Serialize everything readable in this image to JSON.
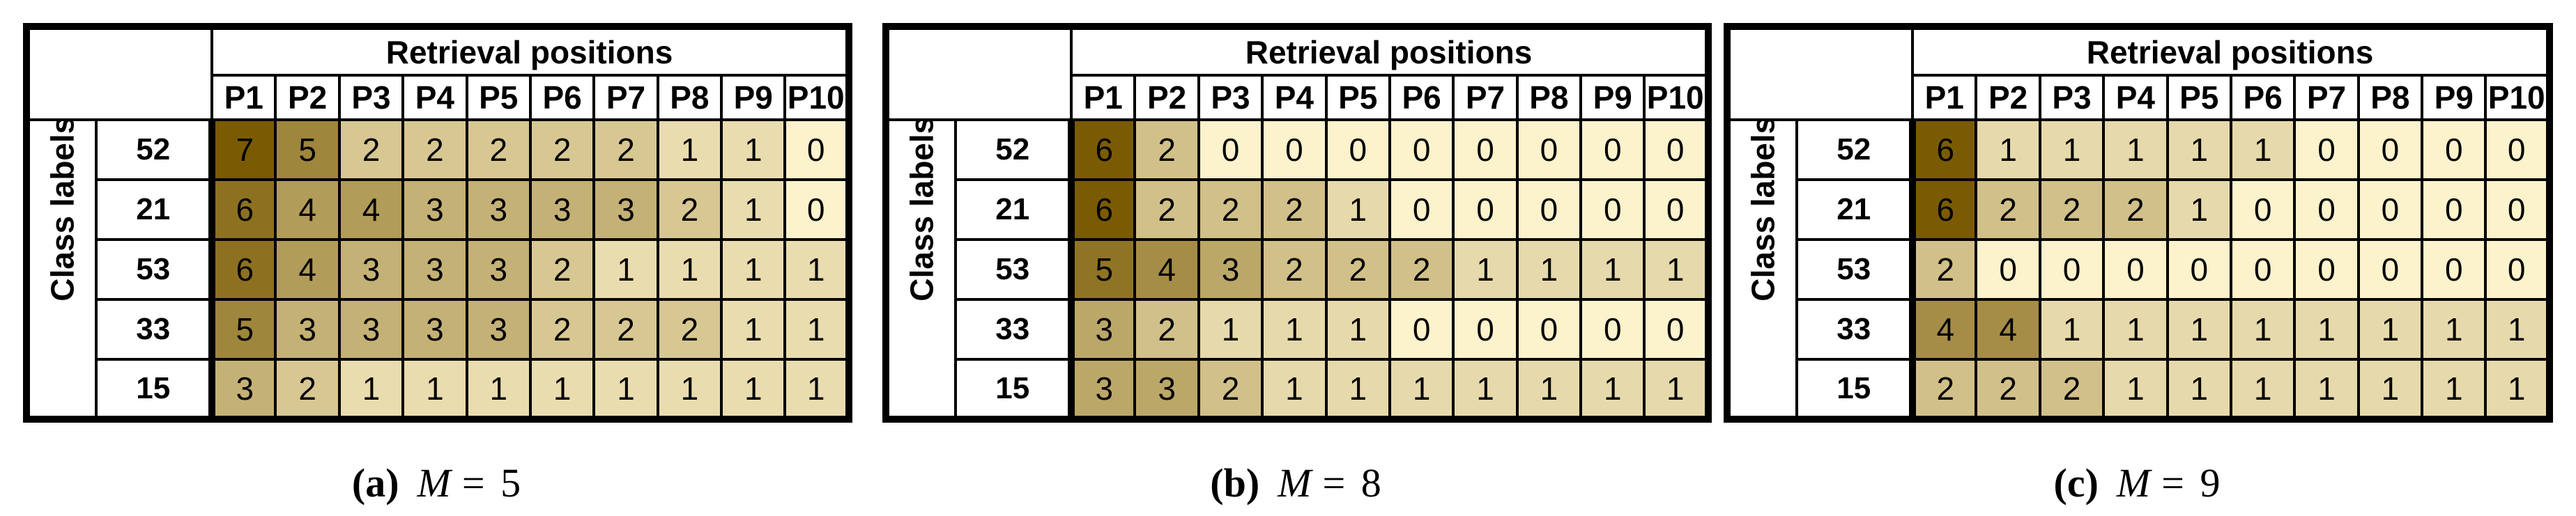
{
  "figure": {
    "background": "#ffffff",
    "border_color": "#000000",
    "panel_count": 3
  },
  "color_scale": {
    "min_color": "#FCF2CC",
    "max_color": "#7A5B04",
    "description": "per-table linear scale from min value 0 (pale cream) to that table's max value (dark brown)"
  },
  "chart_data": [
    {
      "type": "heatmap",
      "title": "Retrieval positions",
      "ylabel": "Class labels",
      "columns": [
        "P1",
        "P2",
        "P3",
        "P4",
        "P5",
        "P6",
        "P7",
        "P8",
        "P9",
        "P10"
      ],
      "rows": [
        "52",
        "21",
        "53",
        "33",
        "15"
      ],
      "values": [
        [
          7,
          5,
          2,
          2,
          2,
          2,
          2,
          1,
          1,
          0
        ],
        [
          6,
          4,
          4,
          3,
          3,
          3,
          3,
          2,
          1,
          0
        ],
        [
          6,
          4,
          3,
          3,
          3,
          2,
          1,
          1,
          1,
          1
        ],
        [
          5,
          3,
          3,
          3,
          3,
          2,
          2,
          2,
          1,
          1
        ],
        [
          3,
          2,
          1,
          1,
          1,
          1,
          1,
          1,
          1,
          1
        ]
      ],
      "value_range": [
        0,
        7
      ],
      "caption": {
        "marker": "(a)",
        "variable": "M",
        "rest": "= 5"
      }
    },
    {
      "type": "heatmap",
      "title": "Retrieval positions",
      "ylabel": "Class labels",
      "columns": [
        "P1",
        "P2",
        "P3",
        "P4",
        "P5",
        "P6",
        "P7",
        "P8",
        "P9",
        "P10"
      ],
      "rows": [
        "52",
        "21",
        "53",
        "33",
        "15"
      ],
      "values": [
        [
          6,
          2,
          0,
          0,
          0,
          0,
          0,
          0,
          0,
          0
        ],
        [
          6,
          2,
          2,
          2,
          1,
          0,
          0,
          0,
          0,
          0
        ],
        [
          5,
          4,
          3,
          2,
          2,
          2,
          1,
          1,
          1,
          1
        ],
        [
          3,
          2,
          1,
          1,
          1,
          0,
          0,
          0,
          0,
          0
        ],
        [
          3,
          3,
          2,
          1,
          1,
          1,
          1,
          1,
          1,
          1
        ]
      ],
      "value_range": [
        0,
        6
      ],
      "caption": {
        "marker": "(b)",
        "variable": "M",
        "rest": "= 8"
      }
    },
    {
      "type": "heatmap",
      "title": "Retrieval positions",
      "ylabel": "Class labels",
      "columns": [
        "P1",
        "P2",
        "P3",
        "P4",
        "P5",
        "P6",
        "P7",
        "P8",
        "P9",
        "P10"
      ],
      "rows": [
        "52",
        "21",
        "53",
        "33",
        "15"
      ],
      "values": [
        [
          6,
          1,
          1,
          1,
          1,
          1,
          0,
          0,
          0,
          0
        ],
        [
          6,
          2,
          2,
          2,
          1,
          0,
          0,
          0,
          0,
          0
        ],
        [
          2,
          0,
          0,
          0,
          0,
          0,
          0,
          0,
          0,
          0
        ],
        [
          4,
          4,
          1,
          1,
          1,
          1,
          1,
          1,
          1,
          1
        ],
        [
          2,
          2,
          2,
          1,
          1,
          1,
          1,
          1,
          1,
          1
        ]
      ],
      "value_range": [
        0,
        6
      ],
      "caption": {
        "marker": "(c)",
        "variable": "M",
        "rest": "= 9"
      }
    }
  ]
}
